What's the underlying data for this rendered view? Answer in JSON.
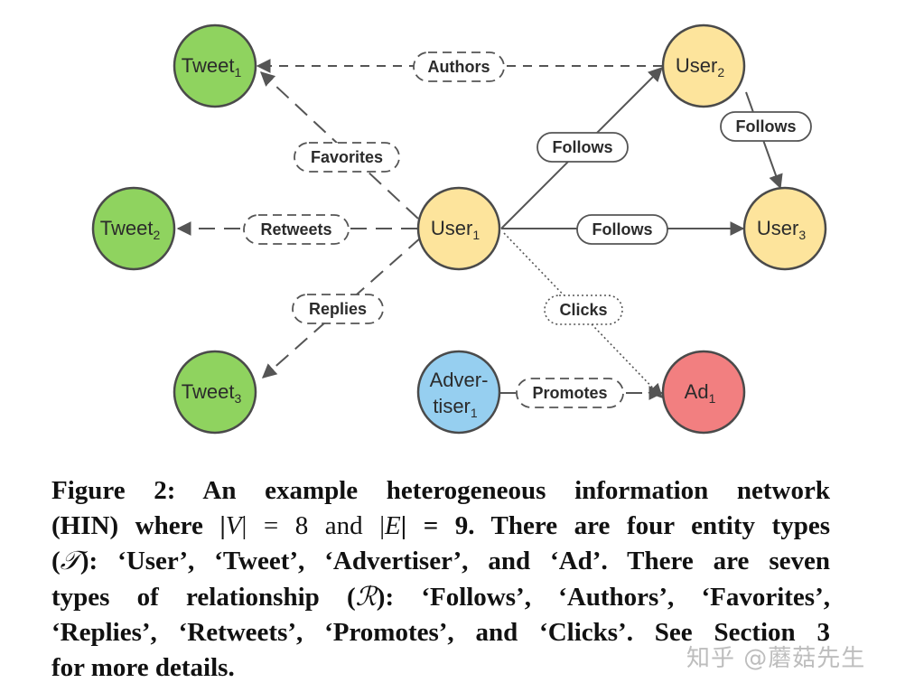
{
  "colors": {
    "user": "#fde49c",
    "tweet": "#8fd35f",
    "advertiser": "#96cff0",
    "ad": "#f27f80",
    "stroke": "#4a4a4a",
    "edge": "#555555"
  },
  "nodes": {
    "tweet1": {
      "label": "Tweet",
      "sub": "1",
      "type": "tweet"
    },
    "tweet2": {
      "label": "Tweet",
      "sub": "2",
      "type": "tweet"
    },
    "tweet3": {
      "label": "Tweet",
      "sub": "3",
      "type": "tweet"
    },
    "user1": {
      "label": "User",
      "sub": "1",
      "type": "user"
    },
    "user2": {
      "label": "User",
      "sub": "2",
      "type": "user"
    },
    "user3": {
      "label": "User",
      "sub": "3",
      "type": "user"
    },
    "advertiser1": {
      "label_line1": "Adver-",
      "label_line2": "tiser",
      "sub": "1",
      "type": "advertiser"
    },
    "ad1": {
      "label": "Ad",
      "sub": "1",
      "type": "ad"
    }
  },
  "edges": {
    "authors": {
      "label": "Authors",
      "source": "user2",
      "target": "tweet1",
      "style": "dashed"
    },
    "favorites": {
      "label": "Favorites",
      "source": "user1",
      "target": "tweet1",
      "style": "dashed"
    },
    "retweets": {
      "label": "Retweets",
      "source": "user1",
      "target": "tweet2",
      "style": "dashed"
    },
    "replies": {
      "label": "Replies",
      "source": "user1",
      "target": "tweet3",
      "style": "dashed"
    },
    "follows_u1_u2": {
      "label": "Follows",
      "source": "user1",
      "target": "user2",
      "style": "solid"
    },
    "follows_u1_u3": {
      "label": "Follows",
      "source": "user1",
      "target": "user3",
      "style": "solid"
    },
    "follows_u2_u3": {
      "label": "Follows",
      "source": "user2",
      "target": "user3",
      "style": "solid"
    },
    "clicks": {
      "label": "Clicks",
      "source": "user1",
      "target": "ad1",
      "style": "dotted"
    },
    "promotes": {
      "label": "Promotes",
      "source": "advertiser1",
      "target": "ad1",
      "style": "dashed"
    }
  },
  "caption": {
    "line1": "Figure 2: An example heterogeneous information network",
    "line2_a": "(HIN) where |",
    "line2_V": "V",
    "line2_b": "| = 8 and |",
    "line2_E": "E",
    "line2_c": "| = 9. There are four entity types",
    "line3_a": "(",
    "line3_T": "𝒯",
    "line3_b": "): ‘User’, ‘Tweet’, ‘Advertiser’, and ‘Ad’. There are seven",
    "line4_a": "types of relationship (",
    "line4_R": "ℛ",
    "line4_b": "): ‘Follows’, ‘Authors’, ‘Favorites’,",
    "line5": "‘Replies’, ‘Retweets’, ‘Promotes’, and ‘Clicks’. See Section 3",
    "line6": "for more details."
  },
  "watermark": "知乎 @蘑菇先生"
}
